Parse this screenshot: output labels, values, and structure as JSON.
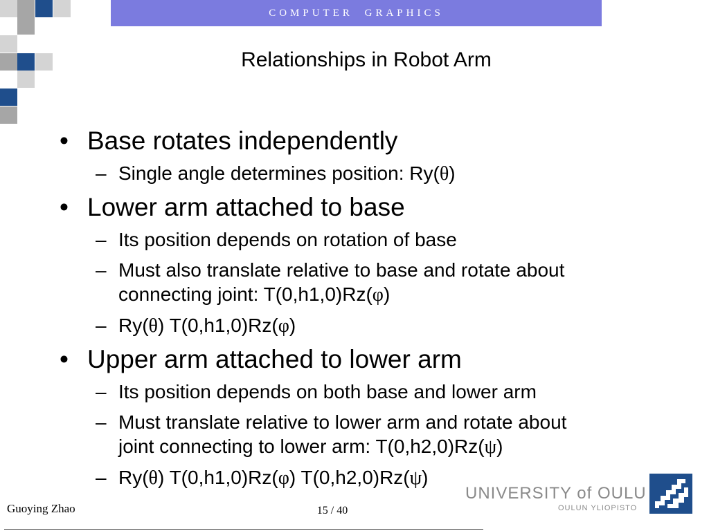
{
  "header": {
    "label": "COMPUTER GRAPHICS"
  },
  "slide": {
    "title": "Relationships in Robot Arm",
    "items": [
      {
        "text": "Base rotates independently",
        "subs": [
          {
            "prefix": "Single angle determines position: Ry(",
            "sym": "θ",
            "suffix": ")"
          }
        ]
      },
      {
        "text": "Lower arm attached to base",
        "subs": [
          {
            "text": "Its position depends on rotation of base"
          },
          {
            "line1": "Must also translate relative to base and rotate about",
            "prefix": "connecting joint: T(0,h1,0)Rz(",
            "sym": "φ",
            "suffix": ")"
          },
          {
            "p1": "Ry(",
            "s1": "θ",
            "p2": ") T(0,h1,0)Rz(",
            "s2": "φ",
            "p3": ")"
          }
        ]
      },
      {
        "text": "Upper arm attached to lower arm",
        "subs": [
          {
            "text": "Its position depends on both base and lower arm"
          },
          {
            "line1": "Must translate relative to lower arm and rotate about",
            "prefix": "joint connecting to lower arm: T(0,h2,0)Rz(",
            "sym": "ψ",
            "suffix": ")"
          },
          {
            "p1": "Ry(",
            "s1": "θ",
            "p2": ") T(0,h1,0)Rz(",
            "s2": "φ",
            "p3": ") T(0,h2,0)Rz(",
            "s3": "ψ",
            "p4": ")"
          }
        ]
      }
    ]
  },
  "footer": {
    "author": "Guoying Zhao",
    "page_current": "15",
    "page_separator": "/",
    "page_total": "40"
  },
  "university": {
    "name": "UNIVERSITY of OULU",
    "subname": "OULUN YLIOPISTO"
  },
  "colors": {
    "header_bar": "#7b7bdf",
    "square_blue": "#1f4e8c",
    "square_gray": "#a6a6a6",
    "square_light": "#d4d4d4",
    "logo_blue": "#1f4e8c"
  }
}
